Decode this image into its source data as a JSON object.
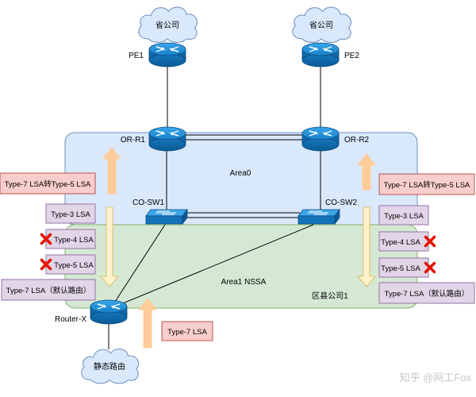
{
  "clouds": {
    "left": "省公司",
    "right": "省公司",
    "bottom": "静态路由"
  },
  "devices": {
    "pe1": "PE1",
    "pe2": "PE2",
    "or_r1": "OR-R1",
    "or_r2": "OR-R2",
    "co_sw1": "CO-SW1",
    "co_sw2": "CO-SW2",
    "router_x": "Router-X"
  },
  "areas": {
    "area0": "Area0",
    "area1": "Area1 NSSA",
    "branch": "区县公司1"
  },
  "left_labels": {
    "t7_to_t5": "Type-7 LSA转Type-5 LSA",
    "t3": "Type-3 LSA",
    "t4": "Type-4 LSA",
    "t5": "Type-5 LSA",
    "t7_default": "Type-7 LSA（默认路由）"
  },
  "right_labels": {
    "t7_to_t5": "Type-7 LSA转Type-5 LSA",
    "t3": "Type-3 LSA",
    "t4": "Type-4 LSA",
    "t5": "Type-5 LSA",
    "t7_default": "Type-7 LSA（默认路由）"
  },
  "bottom_label": "Type-7 LSA",
  "watermark": "知乎 @网工Fox",
  "colors": {
    "area0_fill": "#dae8fc",
    "area0_stroke": "#6c8ebf",
    "area1_fill": "#d5e8d4",
    "area1_stroke": "#82b366",
    "router_blue": "#1a8ad4",
    "red_label_fill": "#f8cecc",
    "red_label_stroke": "#b85450",
    "purple_label_fill": "#e1d5e7",
    "purple_label_stroke": "#9673a6",
    "orange_arrow": "#ffcc99",
    "yellow_arrow": "#fff2cc",
    "deny_red": "#e51400"
  },
  "icons": {
    "router": "router-icon",
    "switch": "switch-icon",
    "cloud": "cloud-icon",
    "deny": "x-mark-icon"
  }
}
